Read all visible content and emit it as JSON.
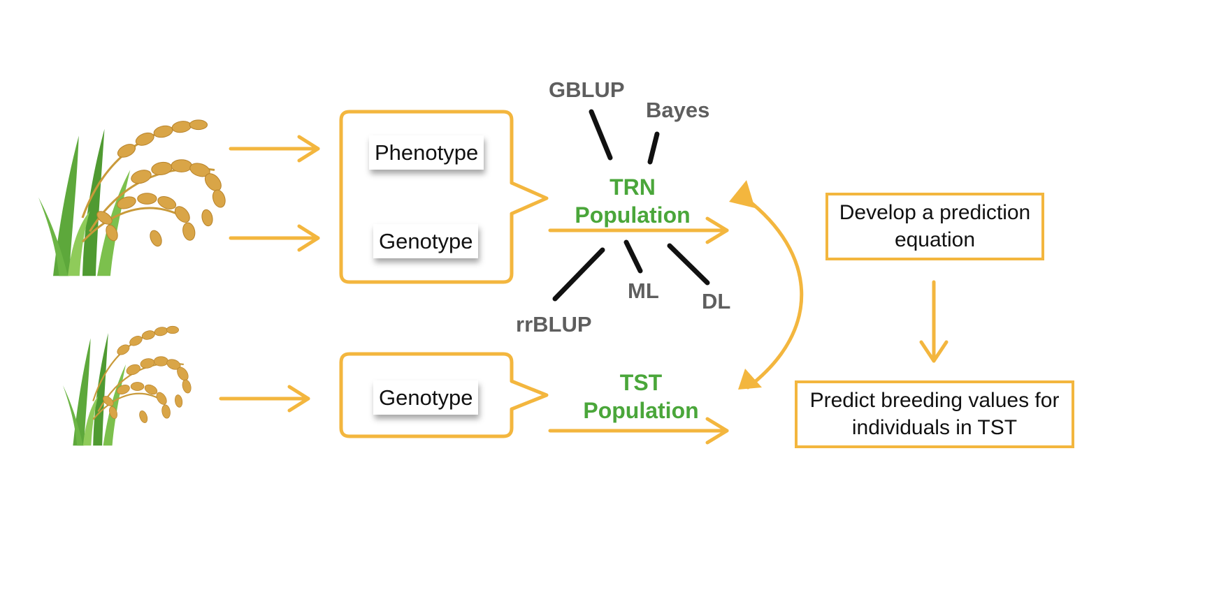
{
  "colors": {
    "accent": "#f3b63e",
    "population": "#4aa63a",
    "model_label": "#5e5e5e",
    "connector": "#111111"
  },
  "icons": {
    "plant": "rice-plant-icon"
  },
  "trn": {
    "phenotype": "Phenotype",
    "genotype": "Genotype",
    "population_line1": "TRN",
    "population_line2": "Population"
  },
  "tst": {
    "genotype": "Genotype",
    "population_line1": "TST",
    "population_line2": "Population"
  },
  "models": {
    "gblup": "GBLUP",
    "bayes": "Bayes",
    "rrblup": "rrBLUP",
    "ml": "ML",
    "dl": "DL"
  },
  "outputs": {
    "develop": "Develop a prediction equation",
    "predict": "Predict breeding values for individuals in TST"
  }
}
